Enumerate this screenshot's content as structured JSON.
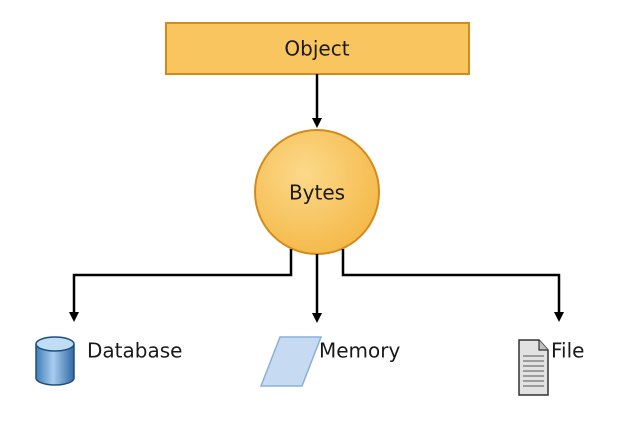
{
  "diagram": {
    "object_label": "Object",
    "bytes_label": "Bytes",
    "targets": {
      "database": "Database",
      "memory": "Memory",
      "file": "File"
    }
  },
  "colors": {
    "node_fill": "#F9C55E",
    "node_stroke": "#D58A1C",
    "database_icon": "#6FA8DC",
    "memory_icon": "#C6DBF2",
    "file_icon": "#D9D9D9",
    "connector": "#000000"
  }
}
